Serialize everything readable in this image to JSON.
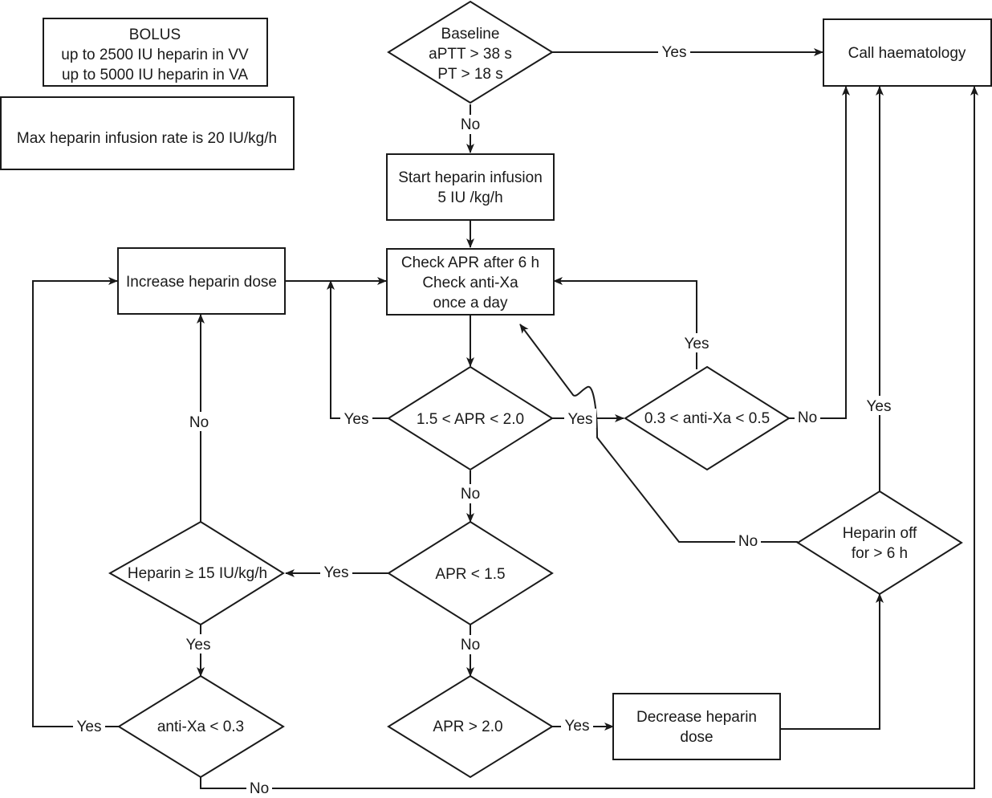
{
  "nodes": {
    "bolus": [
      "BOLUS",
      "up to 2500 IU heparin in VV",
      "up to 5000 IU heparin in VA"
    ],
    "max_rate": [
      "Max heparin infusion rate is 20 IU/kg/h"
    ],
    "baseline": [
      "Baseline",
      "aPTT > 38 s",
      "PT > 18 s"
    ],
    "call_haem": [
      "Call haematology"
    ],
    "start_infusion": [
      "Start heparin infusion",
      "5 IU /kg/h"
    ],
    "check_apr": [
      "Check APR after 6 h",
      "Check anti-Xa",
      "once a day"
    ],
    "increase_dose": [
      "Increase heparin dose"
    ],
    "apr_range": [
      "1.5 < APR < 2.0"
    ],
    "antixa_range": [
      "0.3 < anti-Xa < 0.5"
    ],
    "apr_low": [
      "APR < 1.5"
    ],
    "heparin_15": [
      "Heparin ≥ 15 IU/kg/h"
    ],
    "antixa_low": [
      "anti-Xa < 0.3"
    ],
    "apr_high": [
      "APR > 2.0"
    ],
    "decrease_dose": [
      "Decrease heparin",
      "dose"
    ],
    "heparin_off": [
      "Heparin off",
      "for > 6 h"
    ]
  },
  "edge_labels": {
    "baseline_yes": "Yes",
    "baseline_no": "No",
    "range_yes_left": "Yes",
    "range_yes_right": "Yes",
    "antixa_range_yes": "Yes",
    "antixa_range_no": "No",
    "range_no": "No",
    "low_yes": "Yes",
    "hep15_no": "No",
    "hep15_yes": "Yes",
    "antixa_low_yes": "Yes",
    "antixa_low_no": "No",
    "low_no": "No",
    "high_yes": "Yes",
    "off_yes": "Yes",
    "off_no": "No"
  }
}
